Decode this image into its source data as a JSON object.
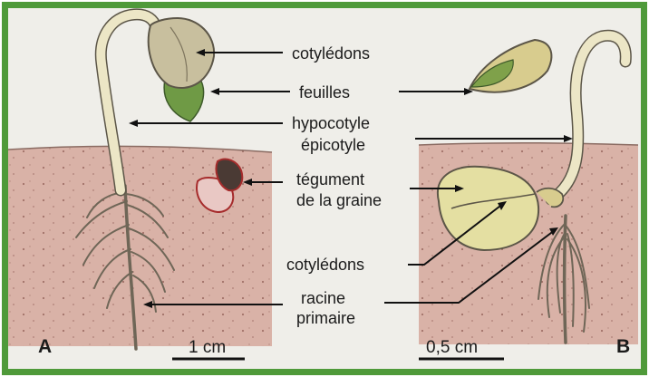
{
  "labels": {
    "cotyledons_top": "cotylédons",
    "feuilles": "feuilles",
    "hypocotyle": "hypocotyle",
    "epicotyle": "épicotyle",
    "tegument_line1": "tégument",
    "tegument_line2": "de la graine",
    "cotyledons_mid": "cotylédons",
    "racine_line1": "racine",
    "racine_line2": "primaire"
  },
  "panels": {
    "left_letter": "A",
    "right_letter": "B"
  },
  "scale_bars": {
    "left": "1 cm",
    "right": "0,5 cm"
  },
  "colors": {
    "frame": "#4f9a3a",
    "paper": "#efeee9",
    "soil": "#d9b2a7",
    "soil_dots": "#8d5a52",
    "stem": "#ece6c6",
    "stem_outline": "#5c5648",
    "cotyledon": "#c8bf9e",
    "leaf_green": "#6f9a45",
    "seed_coat": "#a62c2c"
  }
}
